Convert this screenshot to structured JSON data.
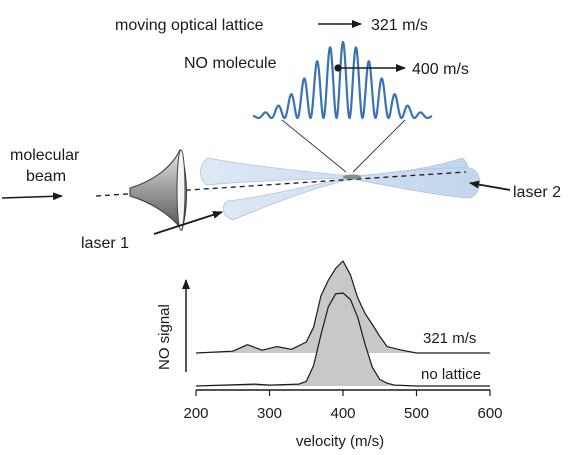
{
  "labels": {
    "lattice": "moving optical lattice",
    "lattice_speed": "321 m/s",
    "molecule": "NO molecule",
    "molecule_speed": "400 m/s",
    "beam_line1": "molecular",
    "beam_line2": "beam",
    "laser1": "laser 1",
    "laser2": "laser 2"
  },
  "colors": {
    "wave": "#3a73b4",
    "laser_beam": "#cfdff0",
    "trace_fill": "#c8c8c8",
    "ink": "#1a1a1a"
  },
  "chart_data": {
    "type": "area",
    "xlabel": "velocity (m/s)",
    "ylabel": "NO signal",
    "xlim": [
      200,
      600
    ],
    "xticks": [
      "200",
      "300",
      "400",
      "500",
      "600"
    ],
    "series": [
      {
        "name": "321 m/s",
        "x": [
          200,
          250,
          270,
          290,
          310,
          330,
          350,
          360,
          370,
          380,
          390,
          400,
          410,
          420,
          430,
          440,
          450,
          460,
          480,
          500,
          600
        ],
        "values": [
          0,
          0.02,
          0.09,
          0.03,
          0.07,
          0.04,
          0.12,
          0.28,
          0.62,
          0.79,
          0.92,
          1.0,
          0.85,
          0.6,
          0.43,
          0.31,
          0.18,
          0.07,
          0.03,
          0,
          0
        ]
      },
      {
        "name": "no lattice",
        "x": [
          200,
          280,
          300,
          340,
          350,
          360,
          370,
          380,
          390,
          400,
          410,
          420,
          430,
          440,
          450,
          460,
          470,
          500,
          600
        ],
        "values": [
          0,
          0.02,
          0.01,
          0.02,
          0.05,
          0.22,
          0.55,
          0.85,
          0.99,
          1.0,
          0.93,
          0.74,
          0.45,
          0.2,
          0.07,
          0.03,
          0.01,
          0,
          0
        ]
      }
    ]
  }
}
